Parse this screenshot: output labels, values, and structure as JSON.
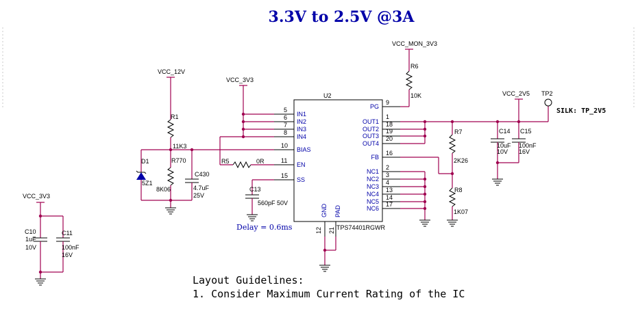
{
  "title": "3.3V to 2.5V @3A",
  "nets": {
    "vcc_12v": "VCC_12V",
    "vcc_3v3_top": "VCC_3V3",
    "vcc_mon_3v3": "VCC_MON_3V3",
    "vcc_2v5": "VCC_2V5",
    "vcc_3v3_left": "VCC_3V3"
  },
  "ic": {
    "ref": "U2",
    "part": "TPS74401RGWR",
    "left_pins": [
      {
        "num": "5",
        "name": "IN1"
      },
      {
        "num": "6",
        "name": "IN2"
      },
      {
        "num": "7",
        "name": "IN3"
      },
      {
        "num": "8",
        "name": "IN4"
      },
      {
        "num": "10",
        "name": "BIAS"
      },
      {
        "num": "11",
        "name": "EN"
      },
      {
        "num": "15",
        "name": "SS"
      }
    ],
    "right_pins": [
      {
        "num": "9",
        "name": "PG"
      },
      {
        "num": "1",
        "name": "OUT1"
      },
      {
        "num": "18",
        "name": "OUT2"
      },
      {
        "num": "19",
        "name": "OUT3"
      },
      {
        "num": "20",
        "name": "OUT4"
      },
      {
        "num": "16",
        "name": "FB"
      },
      {
        "num": "2",
        "name": "NC1"
      },
      {
        "num": "3",
        "name": "NC2"
      },
      {
        "num": "4",
        "name": "NC3"
      },
      {
        "num": "13",
        "name": "NC4"
      },
      {
        "num": "14",
        "name": "NC5"
      },
      {
        "num": "17",
        "name": "NC6"
      }
    ],
    "bottom_pins": [
      {
        "num": "12",
        "name": "GND"
      },
      {
        "num": "21",
        "name": "PAD"
      }
    ]
  },
  "components": {
    "r1": {
      "ref": "R1",
      "value": "11K3"
    },
    "r770": {
      "ref": "R770",
      "value": "8K06"
    },
    "c430": {
      "ref": "C430",
      "value": "4.7uF",
      "rating": "25V"
    },
    "d1": {
      "ref": "D1",
      "value": "5Z1"
    },
    "r5": {
      "ref": "R5",
      "value": "0R"
    },
    "c13": {
      "ref": "C13",
      "value": "560pF 50V"
    },
    "r6": {
      "ref": "R6",
      "value": "10K"
    },
    "r7": {
      "ref": "R7",
      "value": "2K26"
    },
    "r8": {
      "ref": "R8",
      "value": "1K07"
    },
    "c14": {
      "ref": "C14",
      "value": "10uF",
      "rating": "10V"
    },
    "c15": {
      "ref": "C15",
      "value": "100nF",
      "rating": "16V"
    },
    "c10": {
      "ref": "C10",
      "value": "1uF",
      "rating": "10V"
    },
    "c11": {
      "ref": "C11",
      "value": "100nF",
      "rating": "16V"
    },
    "tp2": {
      "ref": "TP2"
    }
  },
  "silk": "SILK:  TP_2V5",
  "delay": "Delay = 0.6ms",
  "notes": {
    "line1": "Layout  Guidelines:",
    "line2": "1. Consider Maximum Current Rating of the IC"
  },
  "colors": {
    "title": "#0000a8",
    "wire": "#a00050",
    "pin_text": "#0000a8",
    "component": "#000000"
  }
}
